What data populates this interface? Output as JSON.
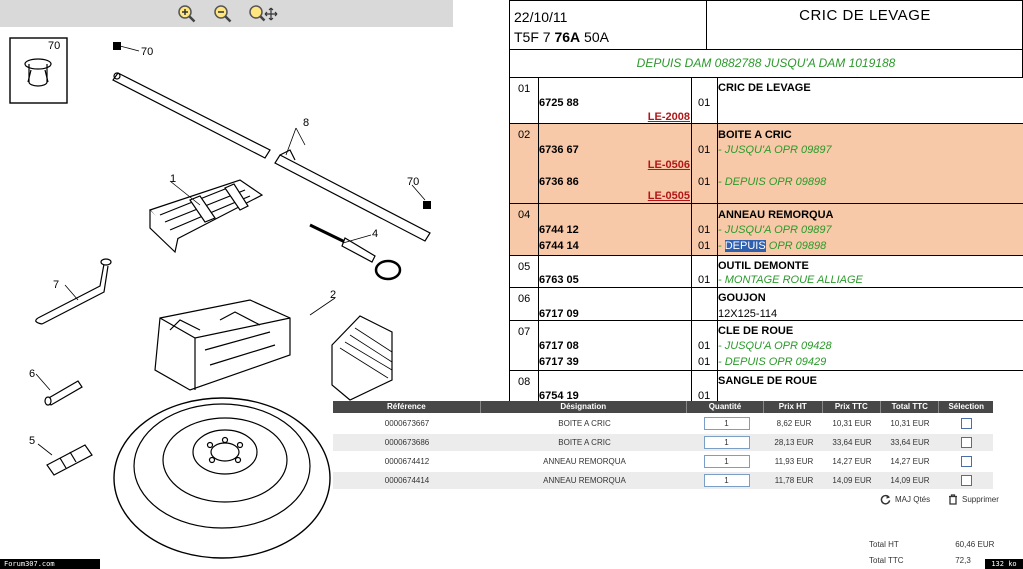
{
  "toolbar": {
    "icons": [
      "zoom-in-icon",
      "zoom-out-icon",
      "zoom-pan-icon"
    ]
  },
  "drawing": {
    "callouts": [
      "70",
      "70",
      "8",
      "1",
      "70",
      "4",
      "7",
      "2",
      "6",
      "5"
    ]
  },
  "header": {
    "date": "22/10/11",
    "code_prefix": "T5F 7 ",
    "code_bold": "76A",
    "code_suffix": " 50A",
    "title": "CRIC DE LEVAGE"
  },
  "validity": "DEPUIS DAM 0882788 JUSQU'A DAM 1019188",
  "groups": [
    {
      "num": "01",
      "desc": "CRIC DE LEVAGE",
      "ref1": "6725 88",
      "le1": "LE-2008",
      "qty1": "01"
    },
    {
      "num": "02",
      "desc": "BOITE A CRIC",
      "ref1": "6736 67",
      "le1": "LE-0506",
      "qty1": "01",
      "note1": "- JUSQU'A OPR 09897",
      "ref2": "6736 86",
      "le2": "LE-0505",
      "qty2": "01",
      "note2": "- DEPUIS OPR 09898"
    },
    {
      "num": "04",
      "desc": "ANNEAU REMORQUA",
      "ref1": "6744 12",
      "qty1": "01",
      "note1": "- JUSQU'A OPR 09897",
      "ref2": "6744 14",
      "qty2": "01",
      "note2_dash": "- ",
      "note2_sel": "DEPUIS",
      "note2_rest": " OPR 09898"
    },
    {
      "num": "05",
      "desc": "OUTIL DEMONTE",
      "ref1": "6763 05",
      "qty1": "01",
      "note1": "- MONTAGE ROUE ALLIAGE"
    },
    {
      "num": "06",
      "desc": "GOUJON",
      "ref1": "6717 09",
      "plain1": "12X125-114"
    },
    {
      "num": "07",
      "desc": "CLE DE ROUE",
      "ref1": "6717 08",
      "qty1": "01",
      "note1": "- JUSQU'A OPR 09428",
      "ref2": "6717 39",
      "qty2": "01",
      "note2": "- DEPUIS OPR 09429"
    },
    {
      "num": "08",
      "desc": "SANGLE DE ROUE",
      "ref1": "6754 19",
      "qty1": "01"
    }
  ],
  "basket": {
    "headers": [
      "Référence",
      "Désignation",
      "Quantité",
      "Prix HT",
      "Prix TTC",
      "Total TTC",
      "Sélection"
    ],
    "rows": [
      {
        "ref": "0000673667",
        "des": "BOITE A CRIC",
        "qty": "1",
        "pht": "8,62 EUR",
        "pttc": "10,31 EUR",
        "tot": "10,31 EUR"
      },
      {
        "ref": "0000673686",
        "des": "BOITE A CRIC",
        "qty": "1",
        "pht": "28,13 EUR",
        "pttc": "33,64 EUR",
        "tot": "33,64 EUR"
      },
      {
        "ref": "0000674412",
        "des": "ANNEAU REMORQUA",
        "qty": "1",
        "pht": "11,93 EUR",
        "pttc": "14,27 EUR",
        "tot": "14,27 EUR"
      },
      {
        "ref": "0000674414",
        "des": "ANNEAU REMORQUA",
        "qty": "1",
        "pht": "11,78 EUR",
        "pttc": "14,09 EUR",
        "tot": "14,09 EUR"
      }
    ],
    "update_label": "MAJ Qtés",
    "delete_label": "Supprimer",
    "total_ht_label": "Total HT",
    "total_ht_value": "60,46  EUR",
    "total_ttc_label": "Total TTC",
    "total_ttc_value": "72,3"
  },
  "footer": {
    "site": "Forum307.com",
    "size": "132 ko"
  },
  "colors": {
    "highlight": "#f8c9a9",
    "note_green": "#2a9a2a",
    "link_red": "#b01818",
    "selection_blue": "#2f5faf"
  }
}
